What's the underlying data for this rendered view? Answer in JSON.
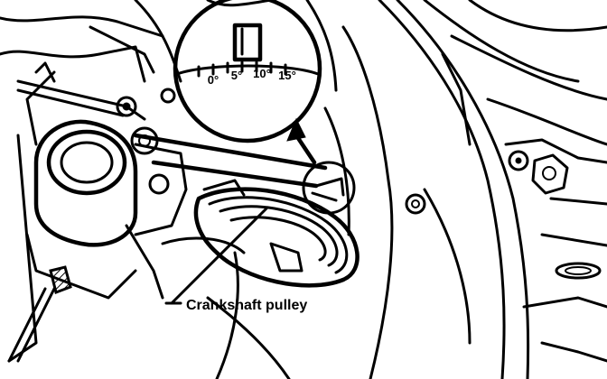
{
  "labels": {
    "crankshaft_pulley": "Crankshaft pulley"
  },
  "timing_scale": {
    "marks": [
      "0°",
      "5°",
      "10°",
      "15°"
    ]
  }
}
